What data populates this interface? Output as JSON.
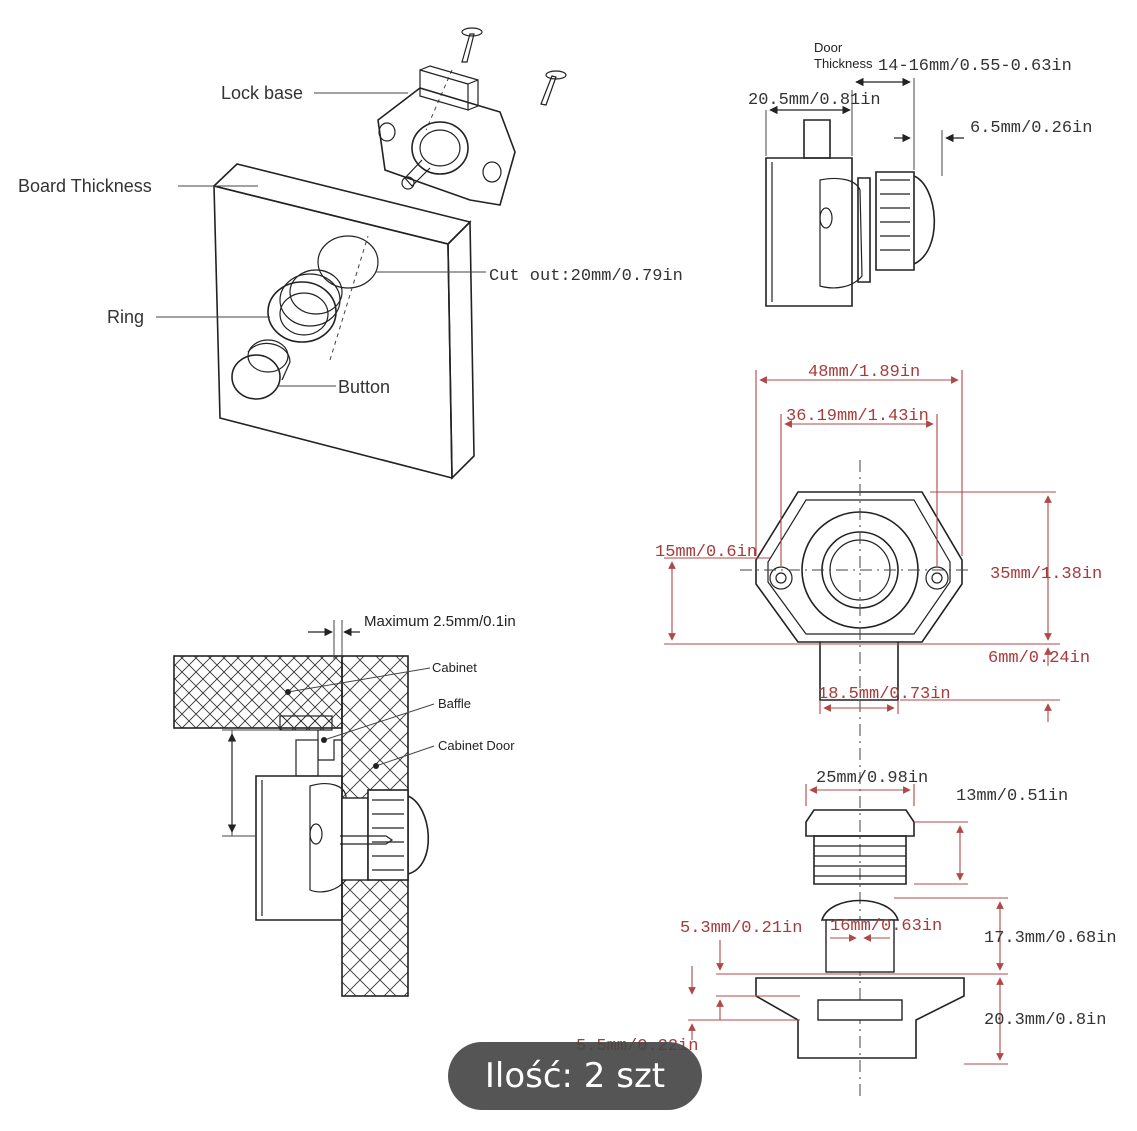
{
  "exploded_view": {
    "lock_base": "Lock base",
    "board_thickness": "Board Thickness",
    "ring": "Ring",
    "button": "Button",
    "cutout": "Cut out:20mm/0.79in"
  },
  "side_view": {
    "door_thickness_line1": "Door",
    "door_thickness_line2": "Thickness",
    "door_thickness_value": "14-16mm/0.55-0.63in",
    "depth": "20.5mm/0.81in",
    "button_height": "6.5mm/0.26in"
  },
  "front_view": {
    "width_total": "48mm/1.89in",
    "hole_spacing": "36.19mm/1.43in",
    "hole_offset": "15mm/0.6in",
    "height_total": "35mm/1.38in",
    "tongue_height": "6mm/0.24in",
    "tongue_width": "18.5mm/0.73in"
  },
  "cabinet_section": {
    "maximum_gap": "Maximum 2.5mm/0.1in",
    "cabinet": "Cabinet",
    "baffle": "Baffle",
    "cabinet_door": "Cabinet Door"
  },
  "parts_view": {
    "ring_diameter": "25mm/0.98in",
    "ring_height": "13mm/0.51in",
    "button_diameter": "16mm/0.63in",
    "button_height": "17.3mm/0.68in",
    "base_top_offset": "5.3mm/0.21in",
    "base_height": "20.3mm/0.8in",
    "base_bottom_offset": "5.5mm/0.22in"
  },
  "badge": {
    "quantity": "Ilość: 2 szt"
  }
}
